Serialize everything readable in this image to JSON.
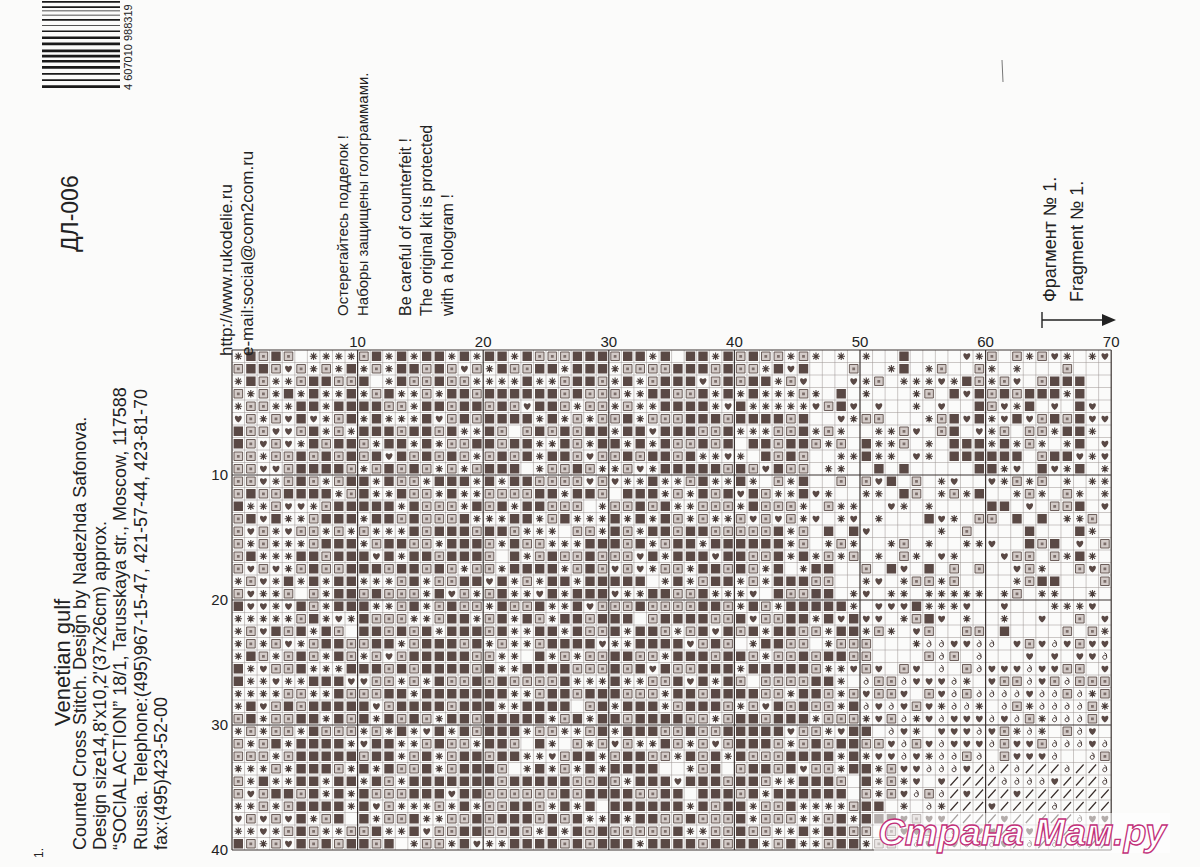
{
  "diagram": {
    "title": "Venetian gulf",
    "labels": [
      "ДЛ-006",
      "Counted Cross Stitch. Design by Nadezhda Safonova.",
      "Design size14,8'x10,2'(37x26cm) approx.",
      "“SOCIAL ACTION” 18/1, Tarusskaya str., Moscow, 117588",
      "Russia. Telephone:(495)967-15-47, 421-57-44, 423-81-70",
      "fax:(495)423-52-00",
      "http://www.rukodelie.ru",
      "e-mail:social@com2com.ru",
      "Остерегайтесь подделок !",
      "Наборы защищены голограммами.",
      "Be careful of counterfeit !",
      "The original kit is protected",
      "with a hologram !",
      "Фрагмент № 1.",
      "Fragment № 1.",
      "4 607010 988319",
      "10",
      "20",
      "30",
      "40",
      "50",
      "60",
      "70",
      "10",
      "20",
      "30",
      "40",
      "Страна Мам.ру",
      "1."
    ]
  }
}
